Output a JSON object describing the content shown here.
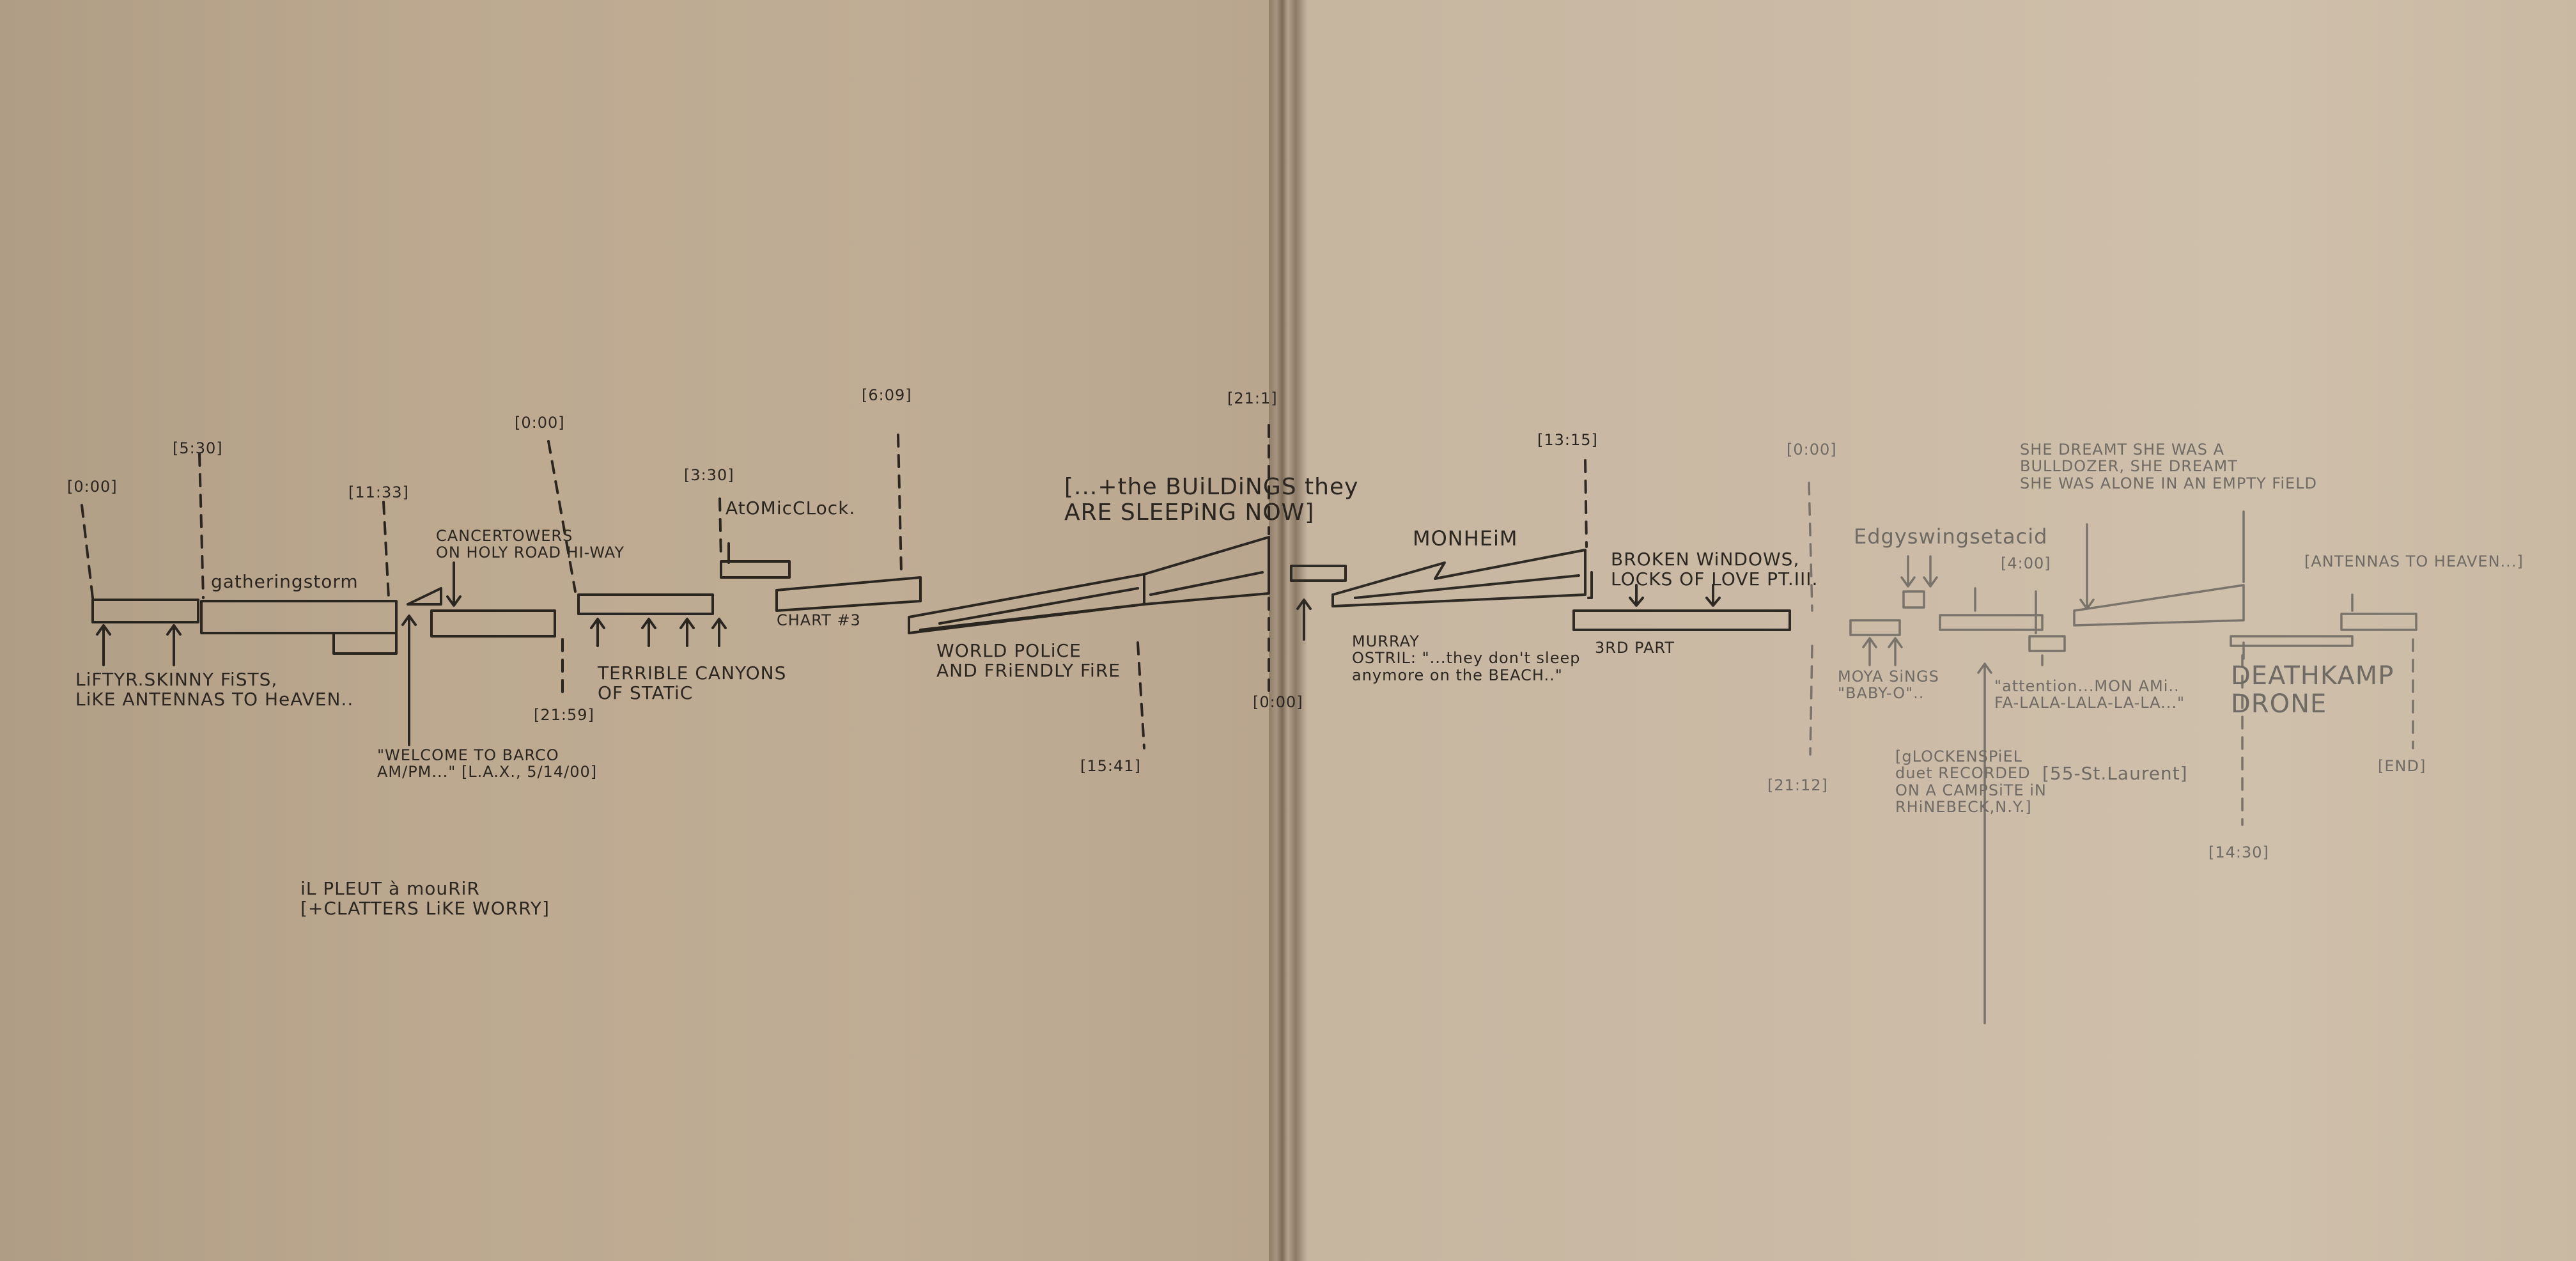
{
  "left_page": {
    "times": {
      "t1": "[0:00]",
      "t2": "[5:30]",
      "t3": "[11:33]",
      "t4": "[0:00]",
      "t5": "[3:30]",
      "t6": "[6:09]",
      "t7": "[21:59]",
      "t8": "[15:41]"
    },
    "labels": {
      "gathering_storm": "gatheringstorm",
      "lift_yr_skinny_fists": "LiFTYR.SKINNY FiSTS,\nLiKE ANTENNAS TO HeAVEN..",
      "cancer_towers": "CANCERTOWERS\nON HOLY ROAD HI-WAY",
      "atomic_clock": "AtOMicCLock.",
      "chart_3": "CHART #3",
      "terrible_canyons": "TERRIBLE CANYONS\nOF STATiC",
      "welcome_to_barco": "\"WELCOME TO BARCO\nAM/PM...\" [L.A.X., 5/14/00]",
      "il_pleut": "iL PLEUT à mouRiR\n[+CLATTERS LiKE WORRY]",
      "world_police": "WORLD POLiCE\nAND FRiENDLY FiRE",
      "building_sleeping": "[...+the BUiLDiNGS they\nARE SLEEPiNG NOW]"
    }
  },
  "right_page": {
    "times": {
      "t1": "[21:1]",
      "t2": "[0:00]",
      "t3": "[13:15]",
      "t4": "[0:00]",
      "t5": "[4:00]",
      "t6": "[21:12]",
      "t7": "[14:30]",
      "t8": "[END]"
    },
    "labels": {
      "monheim": "MONHEiM",
      "broken_windows": "BROKEN WiNDOWS,\nLOCKS OF LOVE PT.III.",
      "third_part": "3RD PART",
      "murray_ostril": "MURRAY\nOSTRIL: \"...they don't sleep\nanymore on the BEACH..\"",
      "edgy_swing_set": "Edgyswingsetacid",
      "moya_sings": "MOYA SiNGS\n\"BABY-O\"..",
      "attention": "\"attention...MON AMi..\nFA-LALA-LALA-LA-LA...\"",
      "glockenspiel": "[gLOCKENSPiEL\nduet RECORDED\nON A CAMPSiTE iN\nRHiNEBECK,N.Y.]",
      "st_laurent": "[55-St.Laurent]",
      "she_dreamt": "SHE DREAMT SHE WAS A\nBULLDOZER, SHE DREAMT\nSHE WAS ALONE IN AN EMPTY FiELD",
      "deathkamp_drone": "DEATHKAMP\nDRONE",
      "antennas_to_heaven": "[ANTENNAS TO HEAVEN...]"
    }
  }
}
